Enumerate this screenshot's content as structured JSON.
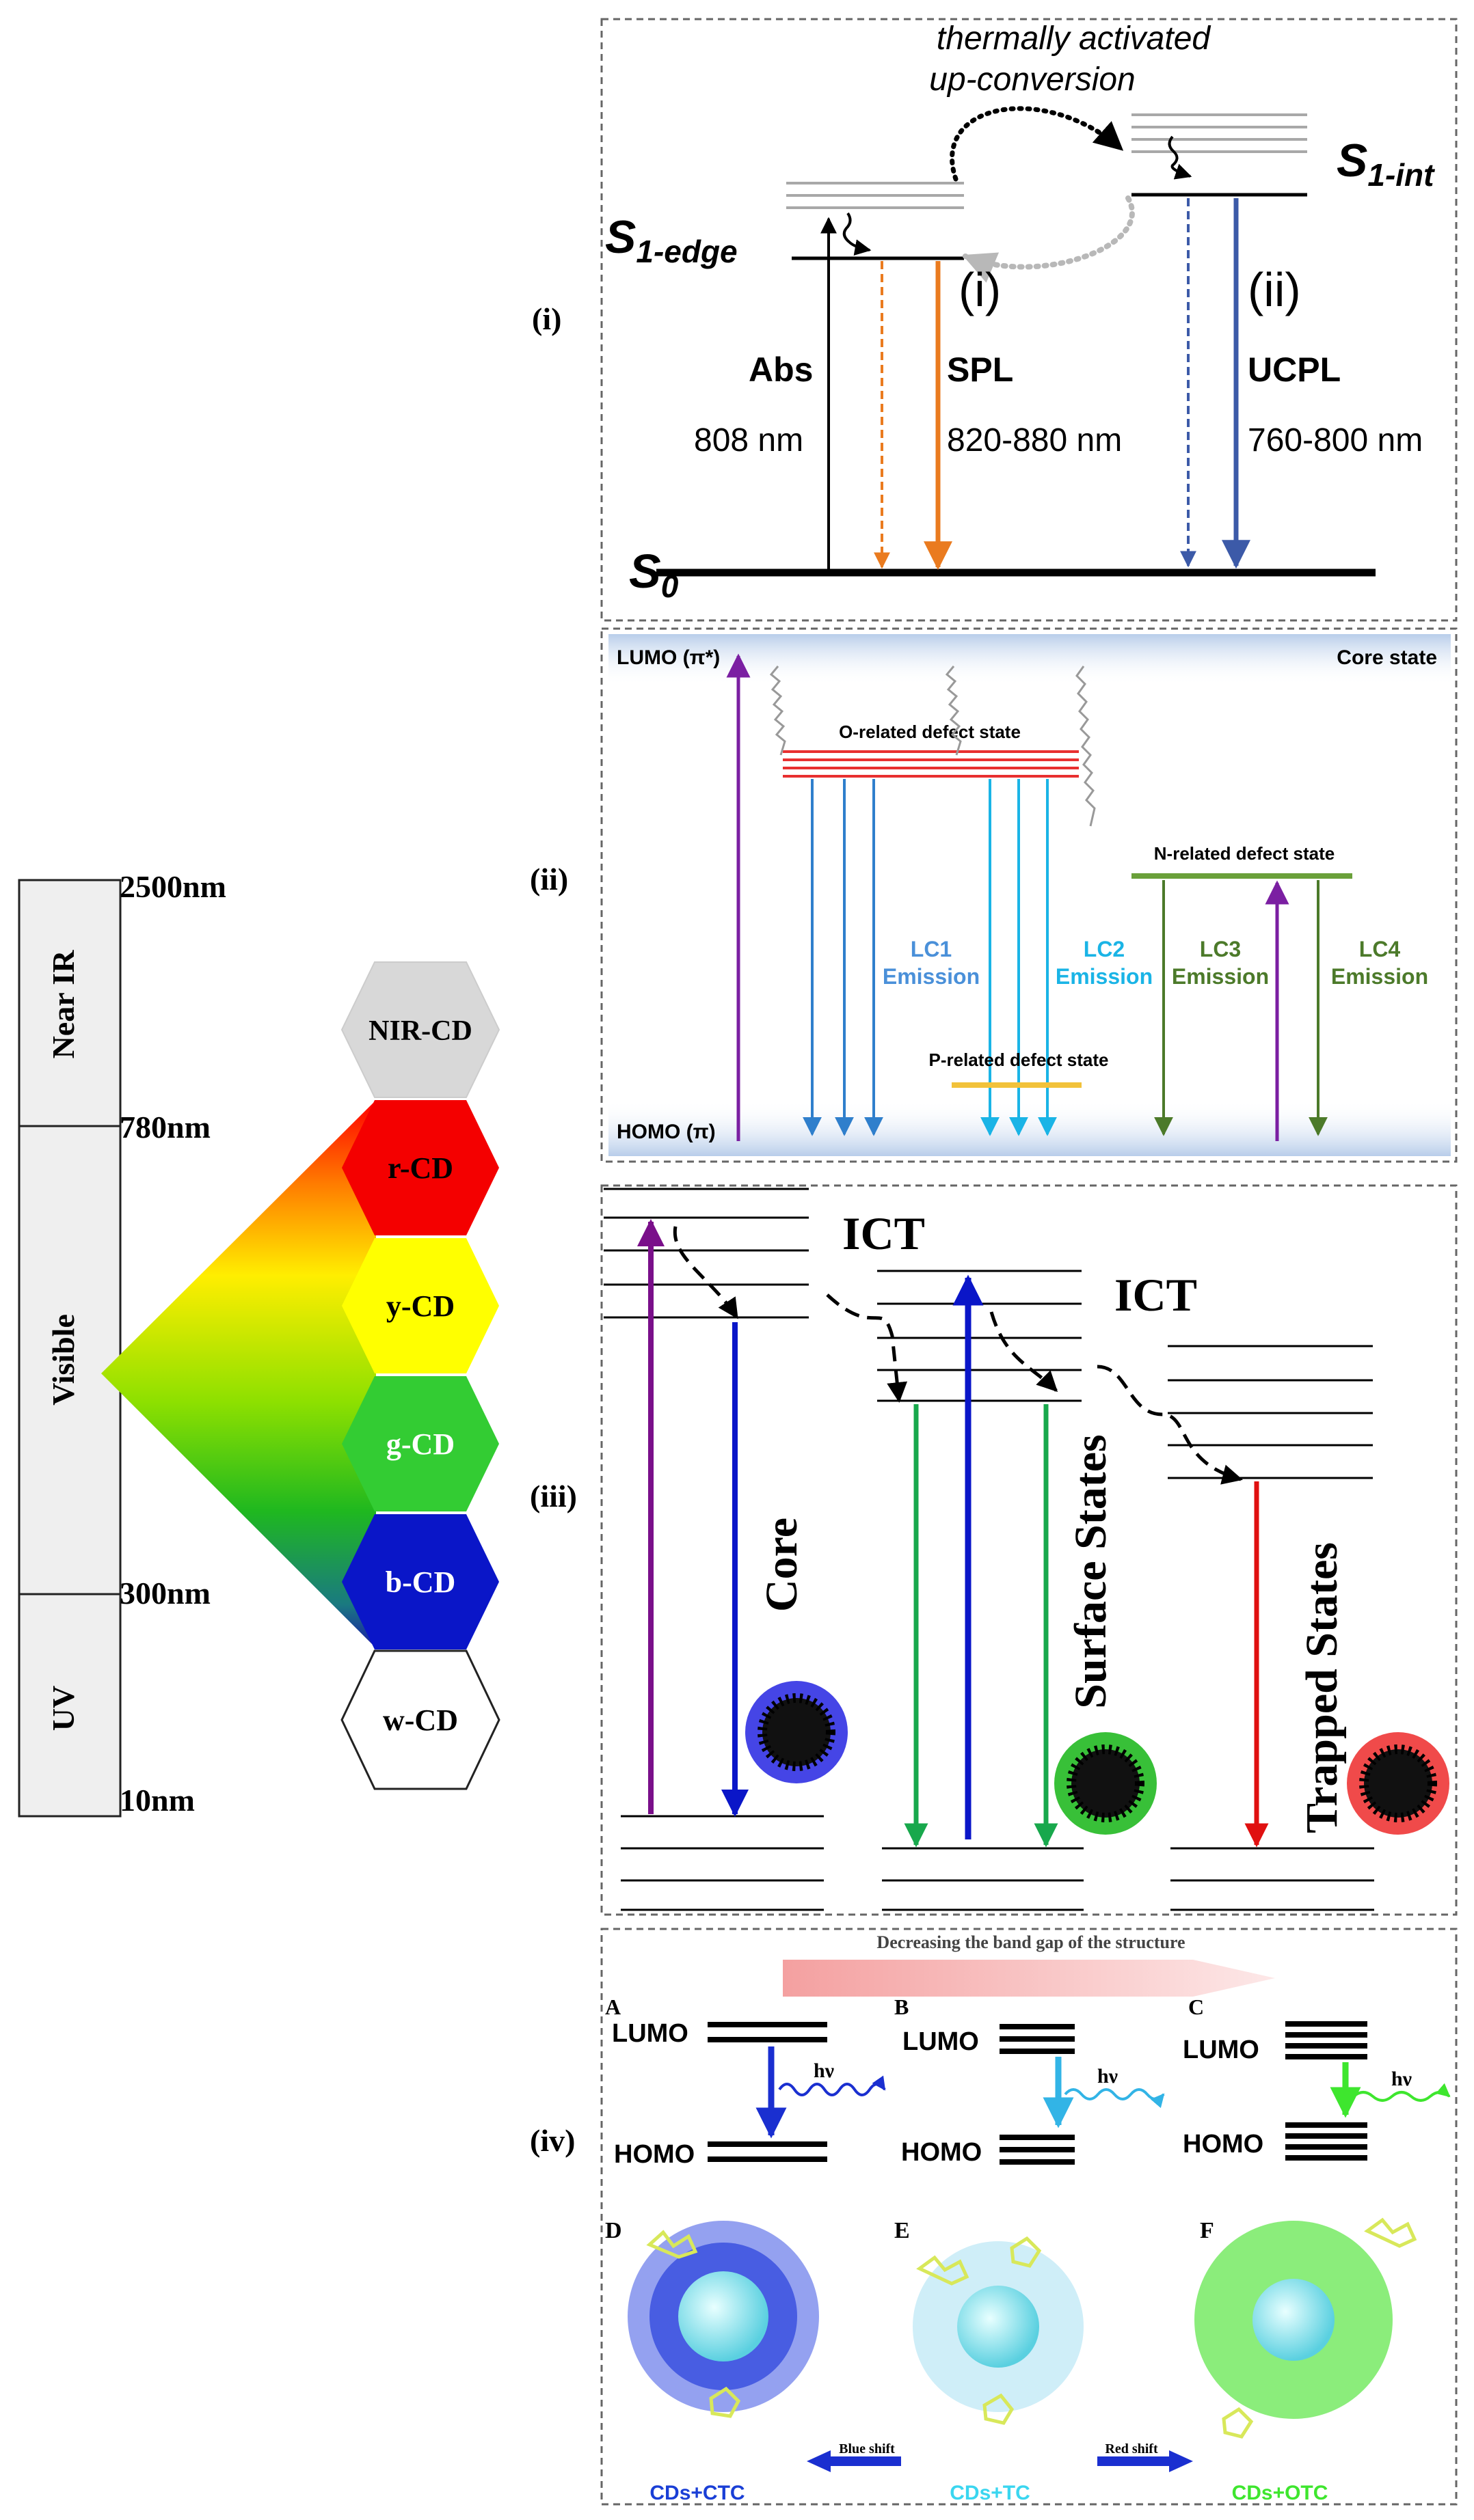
{
  "spectrum": {
    "bands": [
      {
        "label": "Near IR"
      },
      {
        "label": "Visible"
      },
      {
        "label": "UV"
      }
    ],
    "wavelengths": [
      "2500nm",
      "780nm",
      "300nm",
      "10nm"
    ],
    "cd_types": [
      {
        "label": "NIR-CD",
        "color": "#d8d8d8",
        "text_color": "#000000"
      },
      {
        "label": "r-CD",
        "color": "#f40000",
        "text_color": "#000000"
      },
      {
        "label": "y-CD",
        "color": "#ffff00",
        "text_color": "#000000"
      },
      {
        "label": "g-CD",
        "color": "#33cc33",
        "text_color": "#ffffff"
      },
      {
        "label": "b-CD",
        "color": "#0a16c8",
        "text_color": "#ffffff"
      },
      {
        "label": "w-CD",
        "color": "#ffffff",
        "text_color": "#000000"
      }
    ]
  },
  "panel_i": {
    "roman": "(i)",
    "title_line1": "thermally activated",
    "title_line2": "up-conversion",
    "s1_edge": {
      "main": "S",
      "sub": "1-edge"
    },
    "s1_int": {
      "main": "S",
      "sub": "1-int"
    },
    "s0": {
      "main": "S",
      "sub": "0"
    },
    "abs": "Abs",
    "abs_nm": "808 nm",
    "mark_i": "(i)",
    "spl": "SPL",
    "spl_nm": "820-880 nm",
    "mark_ii": "(ii)",
    "ucpl": "UCPL",
    "ucpl_nm": "760-800 nm"
  },
  "panel_ii": {
    "roman": "(ii)",
    "lumo": "LUMO (π*)",
    "homo": "HOMO (π)",
    "core": "Core state",
    "o_defect": "O-related defect state",
    "n_defect": "N-related defect state",
    "p_defect": "P-related defect state",
    "emissions": [
      {
        "line1": "LC1",
        "line2": "Emission",
        "color": "#4a90d9"
      },
      {
        "line1": "LC2",
        "line2": "Emission",
        "color": "#1ab4e6"
      },
      {
        "line1": "LC3",
        "line2": "Emission",
        "color": "#4c7a2a"
      },
      {
        "line1": "LC4",
        "line2": "Emission",
        "color": "#4c7a2a"
      }
    ]
  },
  "panel_iii": {
    "roman": "(iii)",
    "ict": "ICT",
    "core": "Core",
    "surface": "Surface States",
    "trapped": "Trapped States"
  },
  "panel_iv": {
    "roman": "(iv)",
    "header": "Decreasing the band gap of the structure",
    "letters": [
      "A",
      "B",
      "C",
      "D",
      "E",
      "F"
    ],
    "lumo": "LUMO",
    "homo": "HOMO",
    "hv": "hν",
    "blue_shift": "Blue shift",
    "red_shift": "Red shift",
    "labels": [
      {
        "text": "CDs+CTC",
        "color": "#1a3fd6"
      },
      {
        "text": "CDs+TC",
        "color": "#3ad6f0"
      },
      {
        "text": "CDs+OTC",
        "color": "#3ee62e"
      }
    ]
  }
}
